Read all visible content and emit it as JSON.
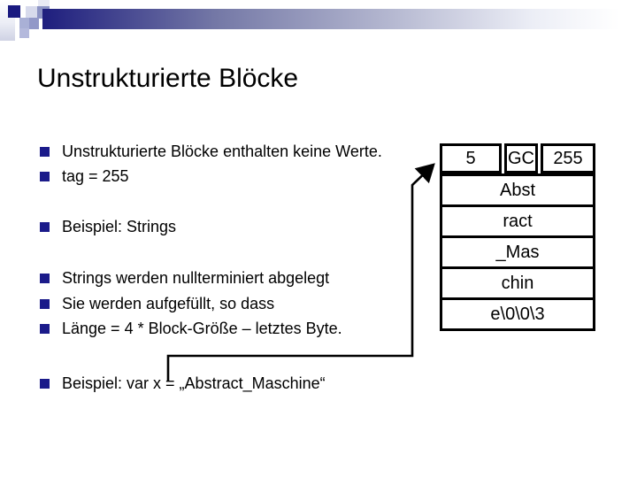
{
  "title": "Unstrukturierte Blöcke",
  "bullets": [
    "Unstrukturierte Blöcke enthalten keine Werte.",
    "tag = 255",
    "Beispiel: Strings",
    "Strings werden nullterminiert abgelegt",
    "Sie werden aufgefüllt, so dass",
    "Länge = 4 * Block-Größe – letztes Byte.",
    "Beispiel: var x = „Abstract_Maschine“"
  ],
  "memory_block": {
    "header": [
      "5",
      "GC",
      "255"
    ],
    "rows": [
      "Abst",
      "ract",
      "_Mas",
      "chin",
      "e\\0\\0\\3"
    ]
  },
  "colors": {
    "bullet_marker": "#1b1b8a",
    "header_bar_start": "#1e1e7e",
    "table_border": "#000000",
    "text": "#000000"
  }
}
